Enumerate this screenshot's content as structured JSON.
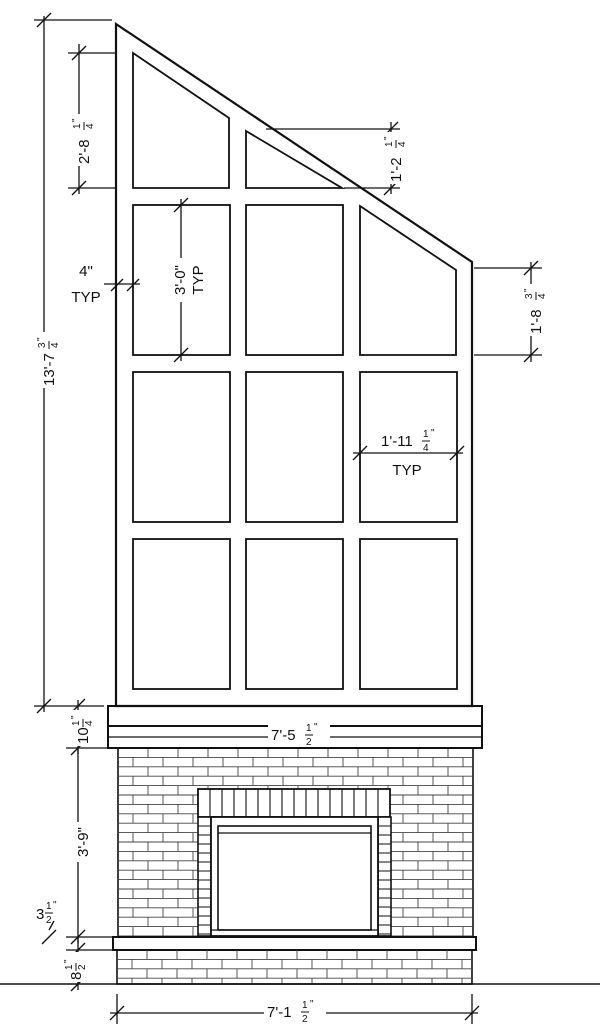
{
  "dimensions": {
    "overall_height": {
      "main": "13'-7",
      "num": "3",
      "den": "4",
      "suffix": "\""
    },
    "top_pane_height": {
      "main": "2'-8",
      "num": "1",
      "den": "4",
      "suffix": "\""
    },
    "middle_pane_height": {
      "main": "1'-2",
      "num": "1",
      "den": "4",
      "suffix": "\""
    },
    "right_side_height": {
      "main": "1'-8",
      "num": "3",
      "den": "4",
      "suffix": "\""
    },
    "mullion_width": {
      "line1": "4\"",
      "line2": "TYP"
    },
    "pane_height": {
      "line1": "3'-0\"",
      "line2": "TYP"
    },
    "pane_width": {
      "main": "1'-11",
      "num": "1",
      "den": "4",
      "suffix": "\"",
      "line2": "TYP"
    },
    "mantel_width": {
      "main": "7'-5",
      "num": "1",
      "den": "2",
      "suffix": "\""
    },
    "mantel_height": {
      "main": "10",
      "num": "1",
      "den": "4",
      "suffix": "\""
    },
    "brick_height": {
      "main": "3'-9\""
    },
    "hearth_height": {
      "main": "3",
      "num": "1",
      "den": "2",
      "suffix": "\""
    },
    "base_height": {
      "main": "8",
      "num": "1",
      "den": "2",
      "suffix": "\""
    },
    "base_width": {
      "main": "7'-1",
      "num": "1",
      "den": "2",
      "suffix": "\""
    }
  }
}
